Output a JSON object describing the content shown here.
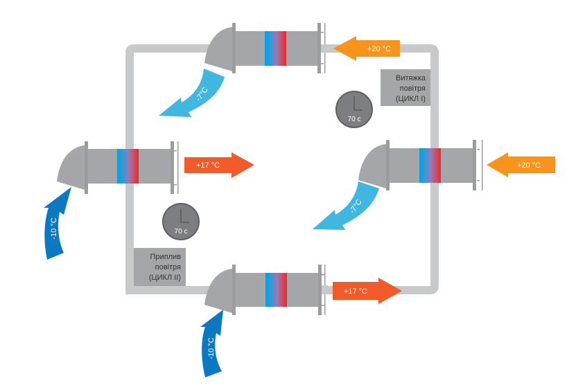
{
  "title": "Reversible ventilation units: extract and supply cycles",
  "colors": {
    "frame": "#c8c9cb",
    "unit_body": "#a5a6a9",
    "unit_flange": "#9b9c9f",
    "label_box": "#a5a6a9",
    "clock_fill": "#7d7e81",
    "clock_stroke": "#5e5f62",
    "warm_in": "#f7941d",
    "warm_out": "#f15a29",
    "cold_out": "#3fb7e0",
    "cold_in": "#0a79c2",
    "stripe_blue": "#00a3e4",
    "stripe_red": "#e8282b"
  },
  "labels": {
    "extract": [
      "Витяжка",
      "повітря",
      "(ЦИКЛ І)"
    ],
    "supply": [
      "Приплив",
      "повітря",
      "(ЦИКЛ ІІ)"
    ]
  },
  "clocks": {
    "extract": "70 с",
    "supply": "70 с"
  },
  "arrows": {
    "top_in": "+20 °C",
    "top_out": "-7°C",
    "right_in": "+20 °C",
    "right_out": "-7°C",
    "left_in": "-10 °C",
    "left_out": "+17 °C",
    "bottom_in": "-10 °C",
    "bottom_out": "+17 °C"
  }
}
